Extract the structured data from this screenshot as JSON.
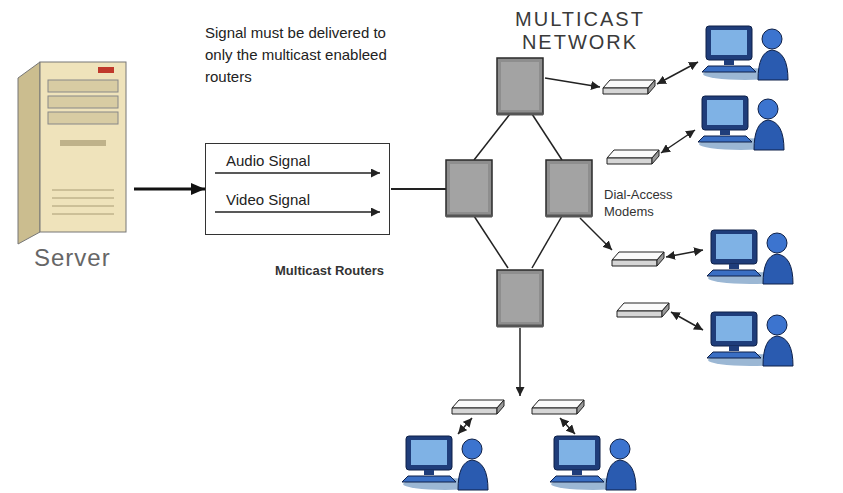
{
  "diagram": {
    "nodes": [
      {
        "text": [
          "Server"
        ]
      },
      {
        "text": [
          "Audio Signal",
          "Video Signal"
        ]
      },
      {
        "text": [
          "MULTICAST NETWORK"
        ]
      }
    ],
    "edges": [
      {
        "from": 0,
        "to": 1,
        "arrow": "to"
      }
    ],
    "labels": [
      "Signal must be delivered to only the multicast enableed routers",
      "Multicast Routers",
      "Dial-Access Modems"
    ]
  }
}
